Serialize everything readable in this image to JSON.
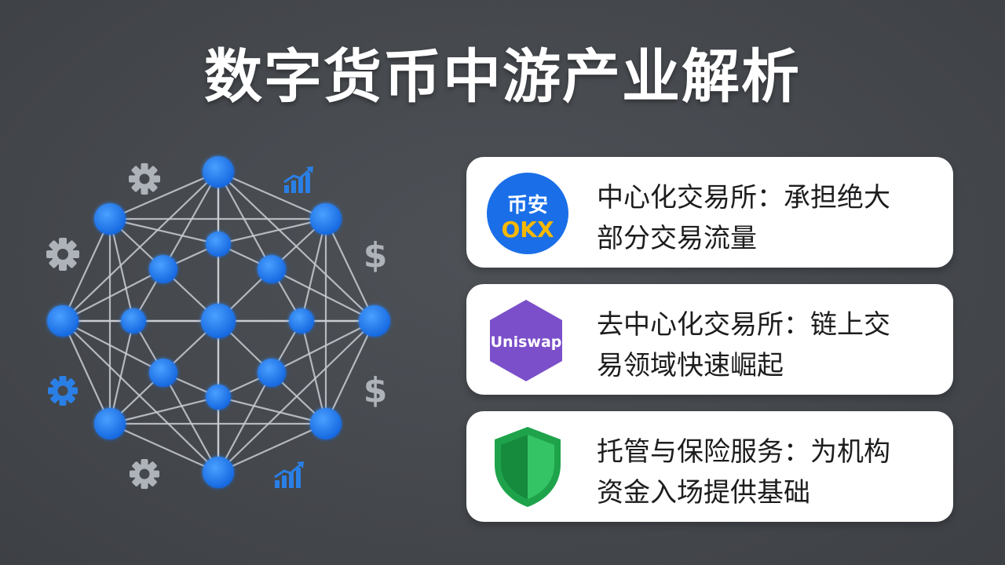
{
  "title": "数字货币中游产业解析",
  "colors": {
    "background": "#45484d",
    "node_blue": "#1f7cf0",
    "edge": "#c9cdd2",
    "icon_blue": "#2a7fe6",
    "icon_gray": "#aeb3ba",
    "card_bg": "#ffffff",
    "binance_okx_circle": "#1a6fe8",
    "okx_yellow": "#f5b800",
    "uniswap_purple": "#7b4fc9",
    "shield_green": "#1ea34b"
  },
  "side_icons": [
    {
      "name": "gear-icon",
      "color": "gray"
    },
    {
      "name": "bar-chart-up-icon",
      "color": "blue"
    },
    {
      "name": "gear-icon",
      "color": "gray"
    },
    {
      "name": "dollar-icon",
      "color": "gray"
    },
    {
      "name": "gear-icon",
      "color": "blue"
    },
    {
      "name": "dollar-icon",
      "color": "gray"
    },
    {
      "name": "gear-icon",
      "color": "gray"
    },
    {
      "name": "bar-chart-up-icon",
      "color": "blue"
    }
  ],
  "cards": [
    {
      "logo": "binance-okx-logo",
      "logo_text_top": "币安",
      "logo_text_bottom": "OKX",
      "line1": "中心化交易所：承担绝大",
      "line2": "部分交易流量"
    },
    {
      "logo": "uniswap-logo",
      "logo_text": "Uniswap",
      "line1": "去中心化交易所：链上交",
      "line2": "易领域快速崛起"
    },
    {
      "logo": "shield-icon",
      "line1": "托管与保险服务：为机构",
      "line2": "资金入场提供基础"
    }
  ]
}
